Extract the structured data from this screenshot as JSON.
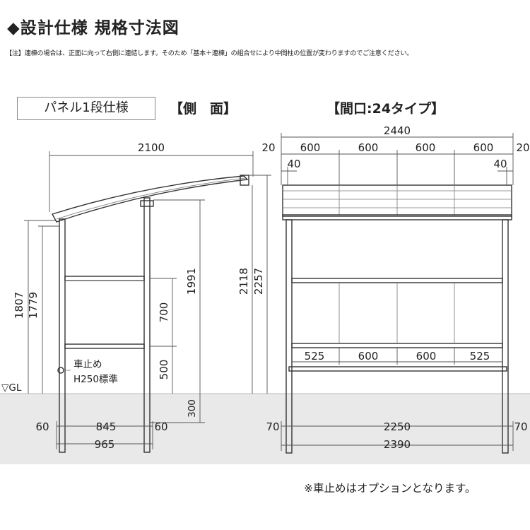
{
  "title": "◆設計仕様 規格寸法図",
  "note": "【注】連棟の場合は、正面に向って右側に連結します。そのため「基本＋連棟」の組合せにより中間柱の位置が変わりますのでご注意ください。",
  "variant_label": "パネル1段仕様",
  "side_view": {
    "title": "【側　面】",
    "dims": {
      "depth_total": "2100",
      "height_front_outer": "1807",
      "height_front_inner": "1779",
      "height_rear_inner": "1991",
      "height_rear_clear": "2118",
      "height_rear_outer": "2257",
      "panel_height": "700",
      "gap_height": "500",
      "embed_depth": "300",
      "post_offset_front": "60",
      "post_span": "845",
      "post_offset_rear": "60",
      "post_total": "965"
    },
    "ground_label": "▽GL",
    "wheel_stop_label": "車止め",
    "wheel_stop_spec": "H250標準"
  },
  "front_view": {
    "title": "【間口:24タイプ】",
    "dims": {
      "width_total": "2440",
      "roof_overhang_left": "20",
      "roof_overhang_right": "20",
      "roof_bays": [
        "600",
        "600",
        "600",
        "600"
      ],
      "inset_left": "40",
      "inset_right": "40",
      "lower_bays": [
        "525",
        "600",
        "600",
        "525"
      ],
      "post_offset_left": "70",
      "post_span": "2250",
      "post_offset_right": "70",
      "post_total": "2390"
    }
  },
  "footnote": "※車止めはオプションとなります。"
}
